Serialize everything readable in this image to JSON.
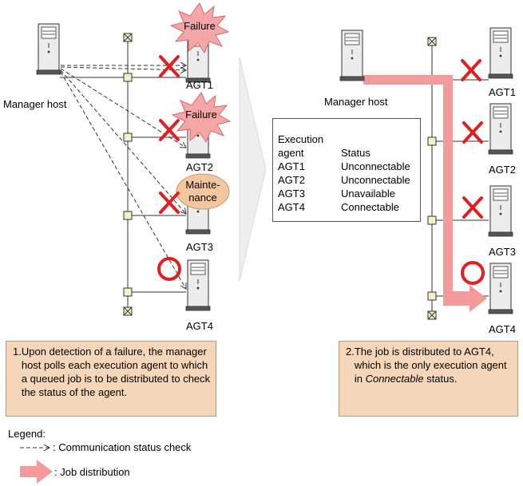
{
  "left_panel": {
    "manager_label": "Manager host",
    "agents": [
      "AGT1",
      "AGT2",
      "AGT3",
      "AGT4"
    ],
    "burst_failure_1": "Failure",
    "burst_failure_2": "Failure",
    "maintenance_line1": "Mainte-",
    "maintenance_line2": "nance",
    "note": {
      "number": "1.",
      "text": "Upon detection of a failure, the manager host polls each execution agent to which a queued job is to be distributed to check the status of the agent."
    }
  },
  "right_panel": {
    "manager_label": "Manager host",
    "agents": [
      "AGT1",
      "AGT2",
      "AGT3",
      "AGT4"
    ],
    "status_table": {
      "header_agent_line1": "Execution",
      "header_agent_line2": "agent",
      "header_status": "Status",
      "rows": [
        {
          "agent": "AGT1",
          "status": "Unconnectable"
        },
        {
          "agent": "AGT2",
          "status": "Unconnectable"
        },
        {
          "agent": "AGT3",
          "status": "Unavailable"
        },
        {
          "agent": "AGT4",
          "status": "Connectable"
        }
      ]
    },
    "note": {
      "number": "2.",
      "text_before": "The job is distributed to AGT4, which is the only execution agent in ",
      "text_italic": "Connectable",
      "text_after": " status."
    }
  },
  "legend": {
    "title": "Legend:",
    "comm_check": ": Communication status check",
    "job_distribution": ": Job distribution"
  },
  "colors": {
    "failure_burst": "#f5a6a6",
    "maintenance": "#f2c7a0",
    "x_mark": "#e02020",
    "o_mark": "#e02020",
    "job_arrow": "#f59a9a",
    "note_bg": "#f5d6b8",
    "connector": "#f5f0c8"
  }
}
